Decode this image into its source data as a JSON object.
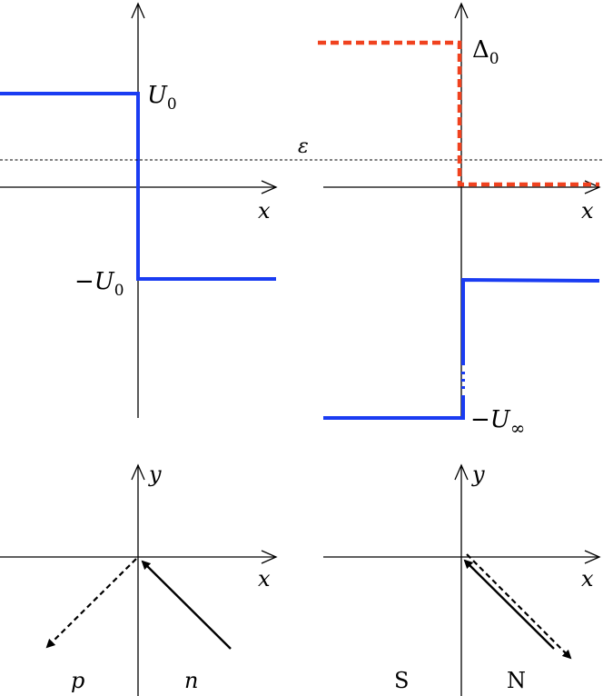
{
  "top_left": {
    "label_U0": "U",
    "label_U0_sub": "0",
    "label_minus_U0": "−U",
    "label_minus_U0_sub": "0",
    "x_axis_label": "x"
  },
  "top_right": {
    "label_delta": "Δ",
    "label_delta_sub": "0",
    "label_minus_Uinf": "−U",
    "label_minus_Uinf_sub": "∞",
    "x_axis_label": "x"
  },
  "energy_label": "ε",
  "bottom_left": {
    "x_axis_label": "x",
    "y_axis_label": "y",
    "region_left": "p",
    "region_right": "n"
  },
  "bottom_right": {
    "x_axis_label": "x",
    "y_axis_label": "y",
    "region_left": "S",
    "region_right": "N"
  },
  "colors": {
    "potential": "#1a3cf2",
    "gap": "#f0421f"
  }
}
